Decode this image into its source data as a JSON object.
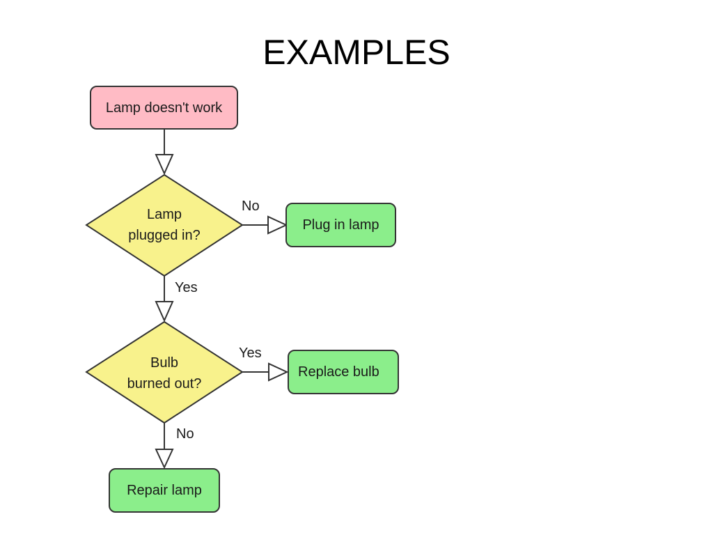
{
  "slide": {
    "title": "EXAMPLES"
  },
  "flowchart": {
    "nodes": {
      "start": {
        "label": "Lamp doesn't work",
        "shape": "terminator",
        "color": "#FFBBC5"
      },
      "plugged": {
        "line1": "Lamp",
        "line2": "plugged in?",
        "shape": "decision",
        "color": "#F8F28C"
      },
      "plug_in": {
        "label": "Plug in lamp",
        "shape": "process",
        "color": "#8BEE8B"
      },
      "bulb": {
        "line1": "Bulb",
        "line2": "burned out?",
        "shape": "decision",
        "color": "#F8F28C"
      },
      "replace": {
        "label": "Replace bulb",
        "shape": "process",
        "color": "#8BEE8B"
      },
      "repair": {
        "label": "Repair lamp",
        "shape": "process",
        "color": "#8BEE8B"
      }
    },
    "edges": {
      "plugged_no": "No",
      "plugged_yes": "Yes",
      "bulb_yes": "Yes",
      "bulb_no": "No"
    },
    "stroke_color": "#333333"
  }
}
